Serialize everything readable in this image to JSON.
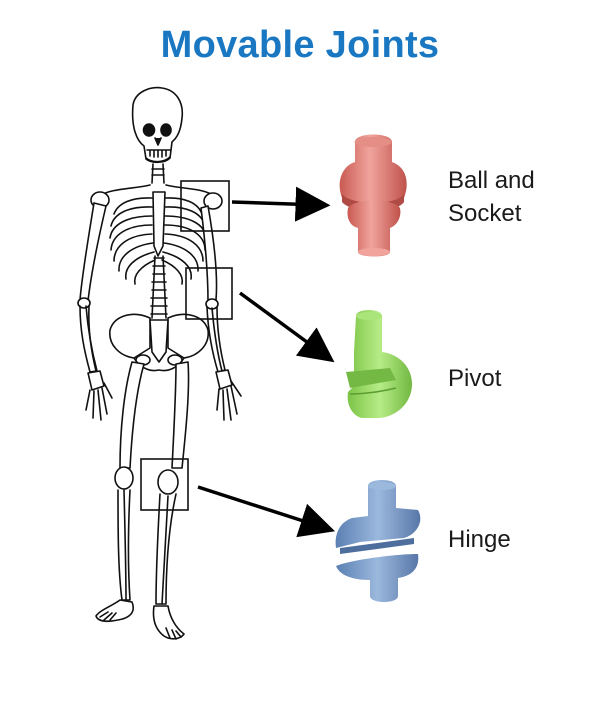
{
  "title": "Movable Joints",
  "joints": [
    {
      "label_line1": "Ball and",
      "label_line2": "Socket",
      "color": "#de7a72",
      "icon": "ball-and-socket-joint-icon"
    },
    {
      "label_line1": "Pivot",
      "color": "#8fd35b",
      "icon": "pivot-joint-icon"
    },
    {
      "label_line1": "Hinge",
      "color": "#6f93c2",
      "icon": "hinge-joint-icon"
    }
  ],
  "colors": {
    "title": "#1a78c2",
    "outline": "#111111",
    "arrow": "#000000"
  }
}
